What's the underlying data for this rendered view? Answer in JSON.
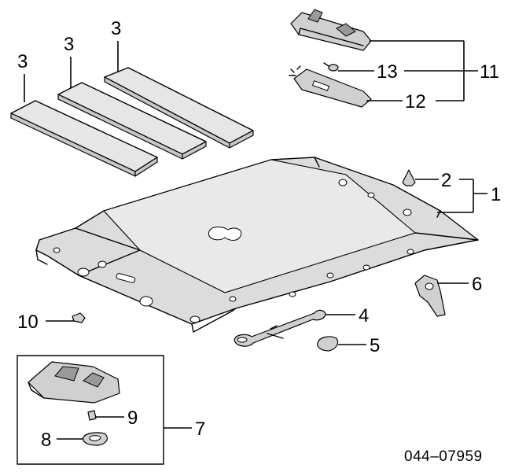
{
  "callouts": {
    "c1": "1",
    "c2": "2",
    "c3a": "3",
    "c3b": "3",
    "c3c": "3",
    "c4": "4",
    "c5": "5",
    "c6": "6",
    "c7": "7",
    "c8": "8",
    "c9": "9",
    "c10": "10",
    "c11": "11",
    "c12": "12",
    "c13": "13"
  },
  "diagram_code": "044–07959"
}
